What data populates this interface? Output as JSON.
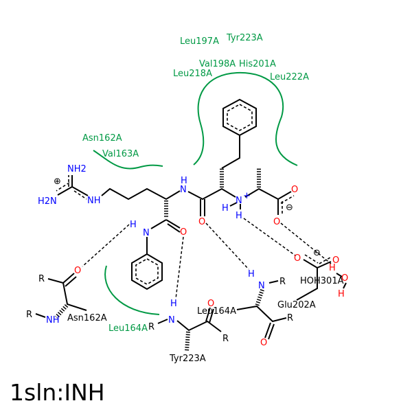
{
  "title": "1sln:INH",
  "atoms": {
    "NH2": "NH2",
    "H2N": "H2N",
    "NH": "NH",
    "N": "N",
    "H": "H",
    "O": "O",
    "R": "R",
    "plus": "+",
    "charge_pos": "⊕",
    "charge_neg": "⊖"
  },
  "hydrophobic_labels": {
    "leu197": "Leu197A",
    "tyr223": "Tyr223A",
    "val198": "Val198A",
    "his201": "His201A",
    "leu218": "Leu218A",
    "leu222": "Leu222A",
    "asn162": "Asn162A",
    "val163": "Val163A",
    "leu164": "Leu164A"
  },
  "residue_labels": {
    "asn162": "Asn162A",
    "leu164": "Leu164A",
    "tyr223": "Tyr223A",
    "glu202": "Glu202A",
    "hoh301": "HOH301A"
  },
  "colors": {
    "hydrophobic": "#009944",
    "nitrogen": "#0000ff",
    "oxygen": "#ff0000"
  }
}
